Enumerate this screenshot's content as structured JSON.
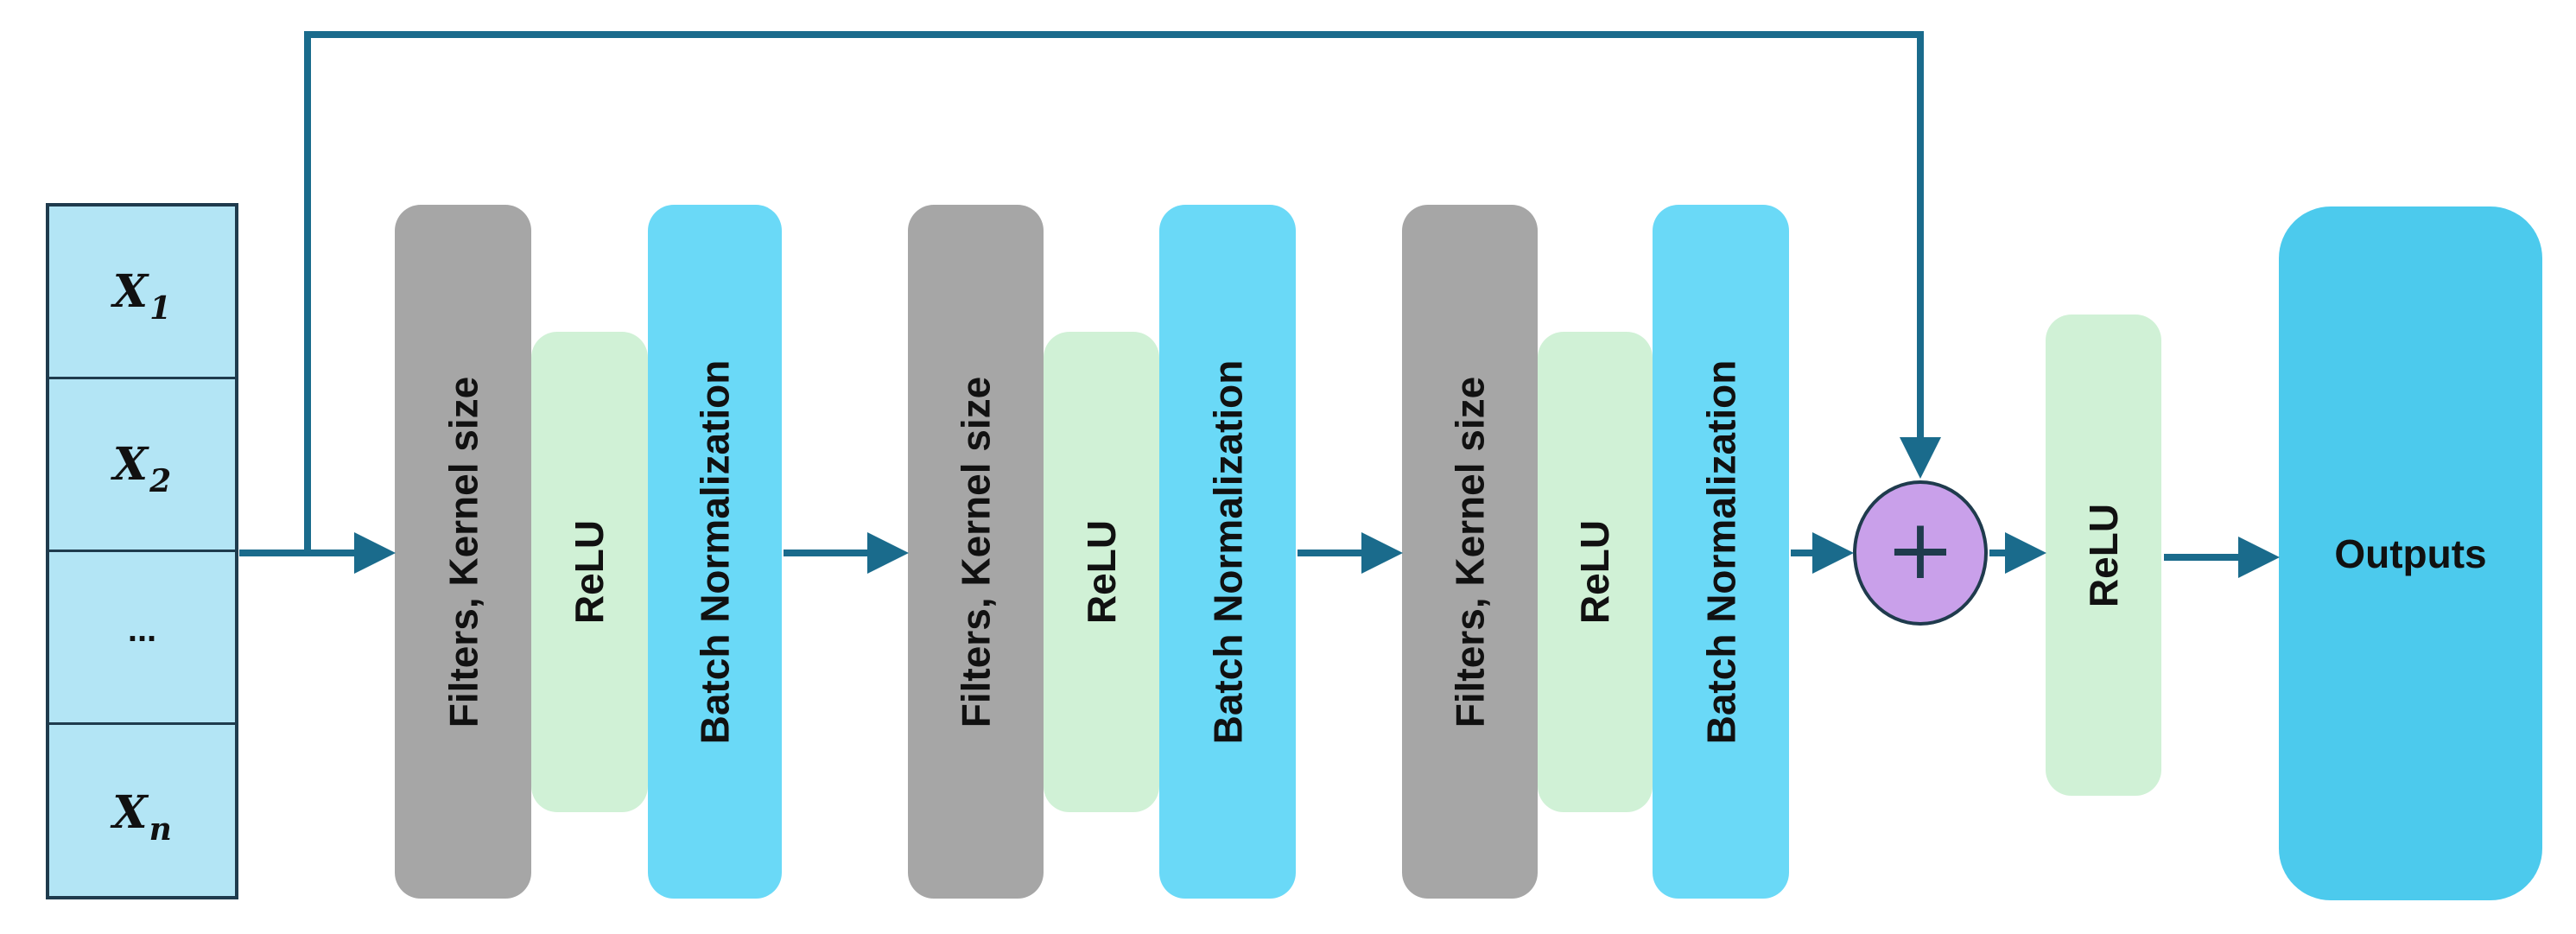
{
  "inputs": {
    "cells": [
      {
        "symbol": "X",
        "sub": "1"
      },
      {
        "symbol": "X",
        "sub": "2"
      },
      {
        "text": "..."
      },
      {
        "symbol": "X",
        "sub": "n"
      }
    ]
  },
  "blocks": {
    "filters_label": "Filters, Kernel size",
    "relu_label": "ReLU",
    "bn_label": "Batch Normalization"
  },
  "sum": {
    "symbol": "+"
  },
  "final_relu": {
    "label": "ReLU"
  },
  "outputs": {
    "label": "Outputs"
  },
  "colors": {
    "filters": "#a6a6a6",
    "relu": "#d0f1d6",
    "batch_norm": "#6ad9f7",
    "outputs": "#4ccaed",
    "sum_node": "#c9a0ea",
    "input_cells": "#b3e5f5",
    "arrows": "#1a6b8c"
  }
}
